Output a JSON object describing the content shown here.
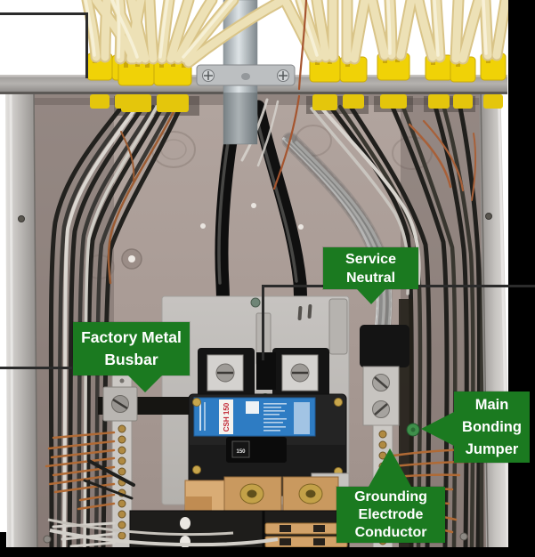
{
  "labels": {
    "service_neutral": {
      "line1": "Service",
      "line2": "Neutral"
    },
    "factory_busbar": {
      "line1": "Factory Metal",
      "line2": "Busbar"
    },
    "main_bonding": {
      "line1": "Main",
      "line2": "Bonding",
      "line3": "Jumper"
    },
    "grounding_electrode": {
      "line1": "Grounding",
      "line2": "Electrode",
      "line3": "Conductor"
    }
  },
  "breaker": {
    "model": "CSH 150",
    "handle_rating": "150"
  },
  "colors": {
    "label_bg": "#1b7a20",
    "label_text": "#ffffff",
    "leader_line": "#2b2b2b",
    "frame_black": "#000000"
  }
}
